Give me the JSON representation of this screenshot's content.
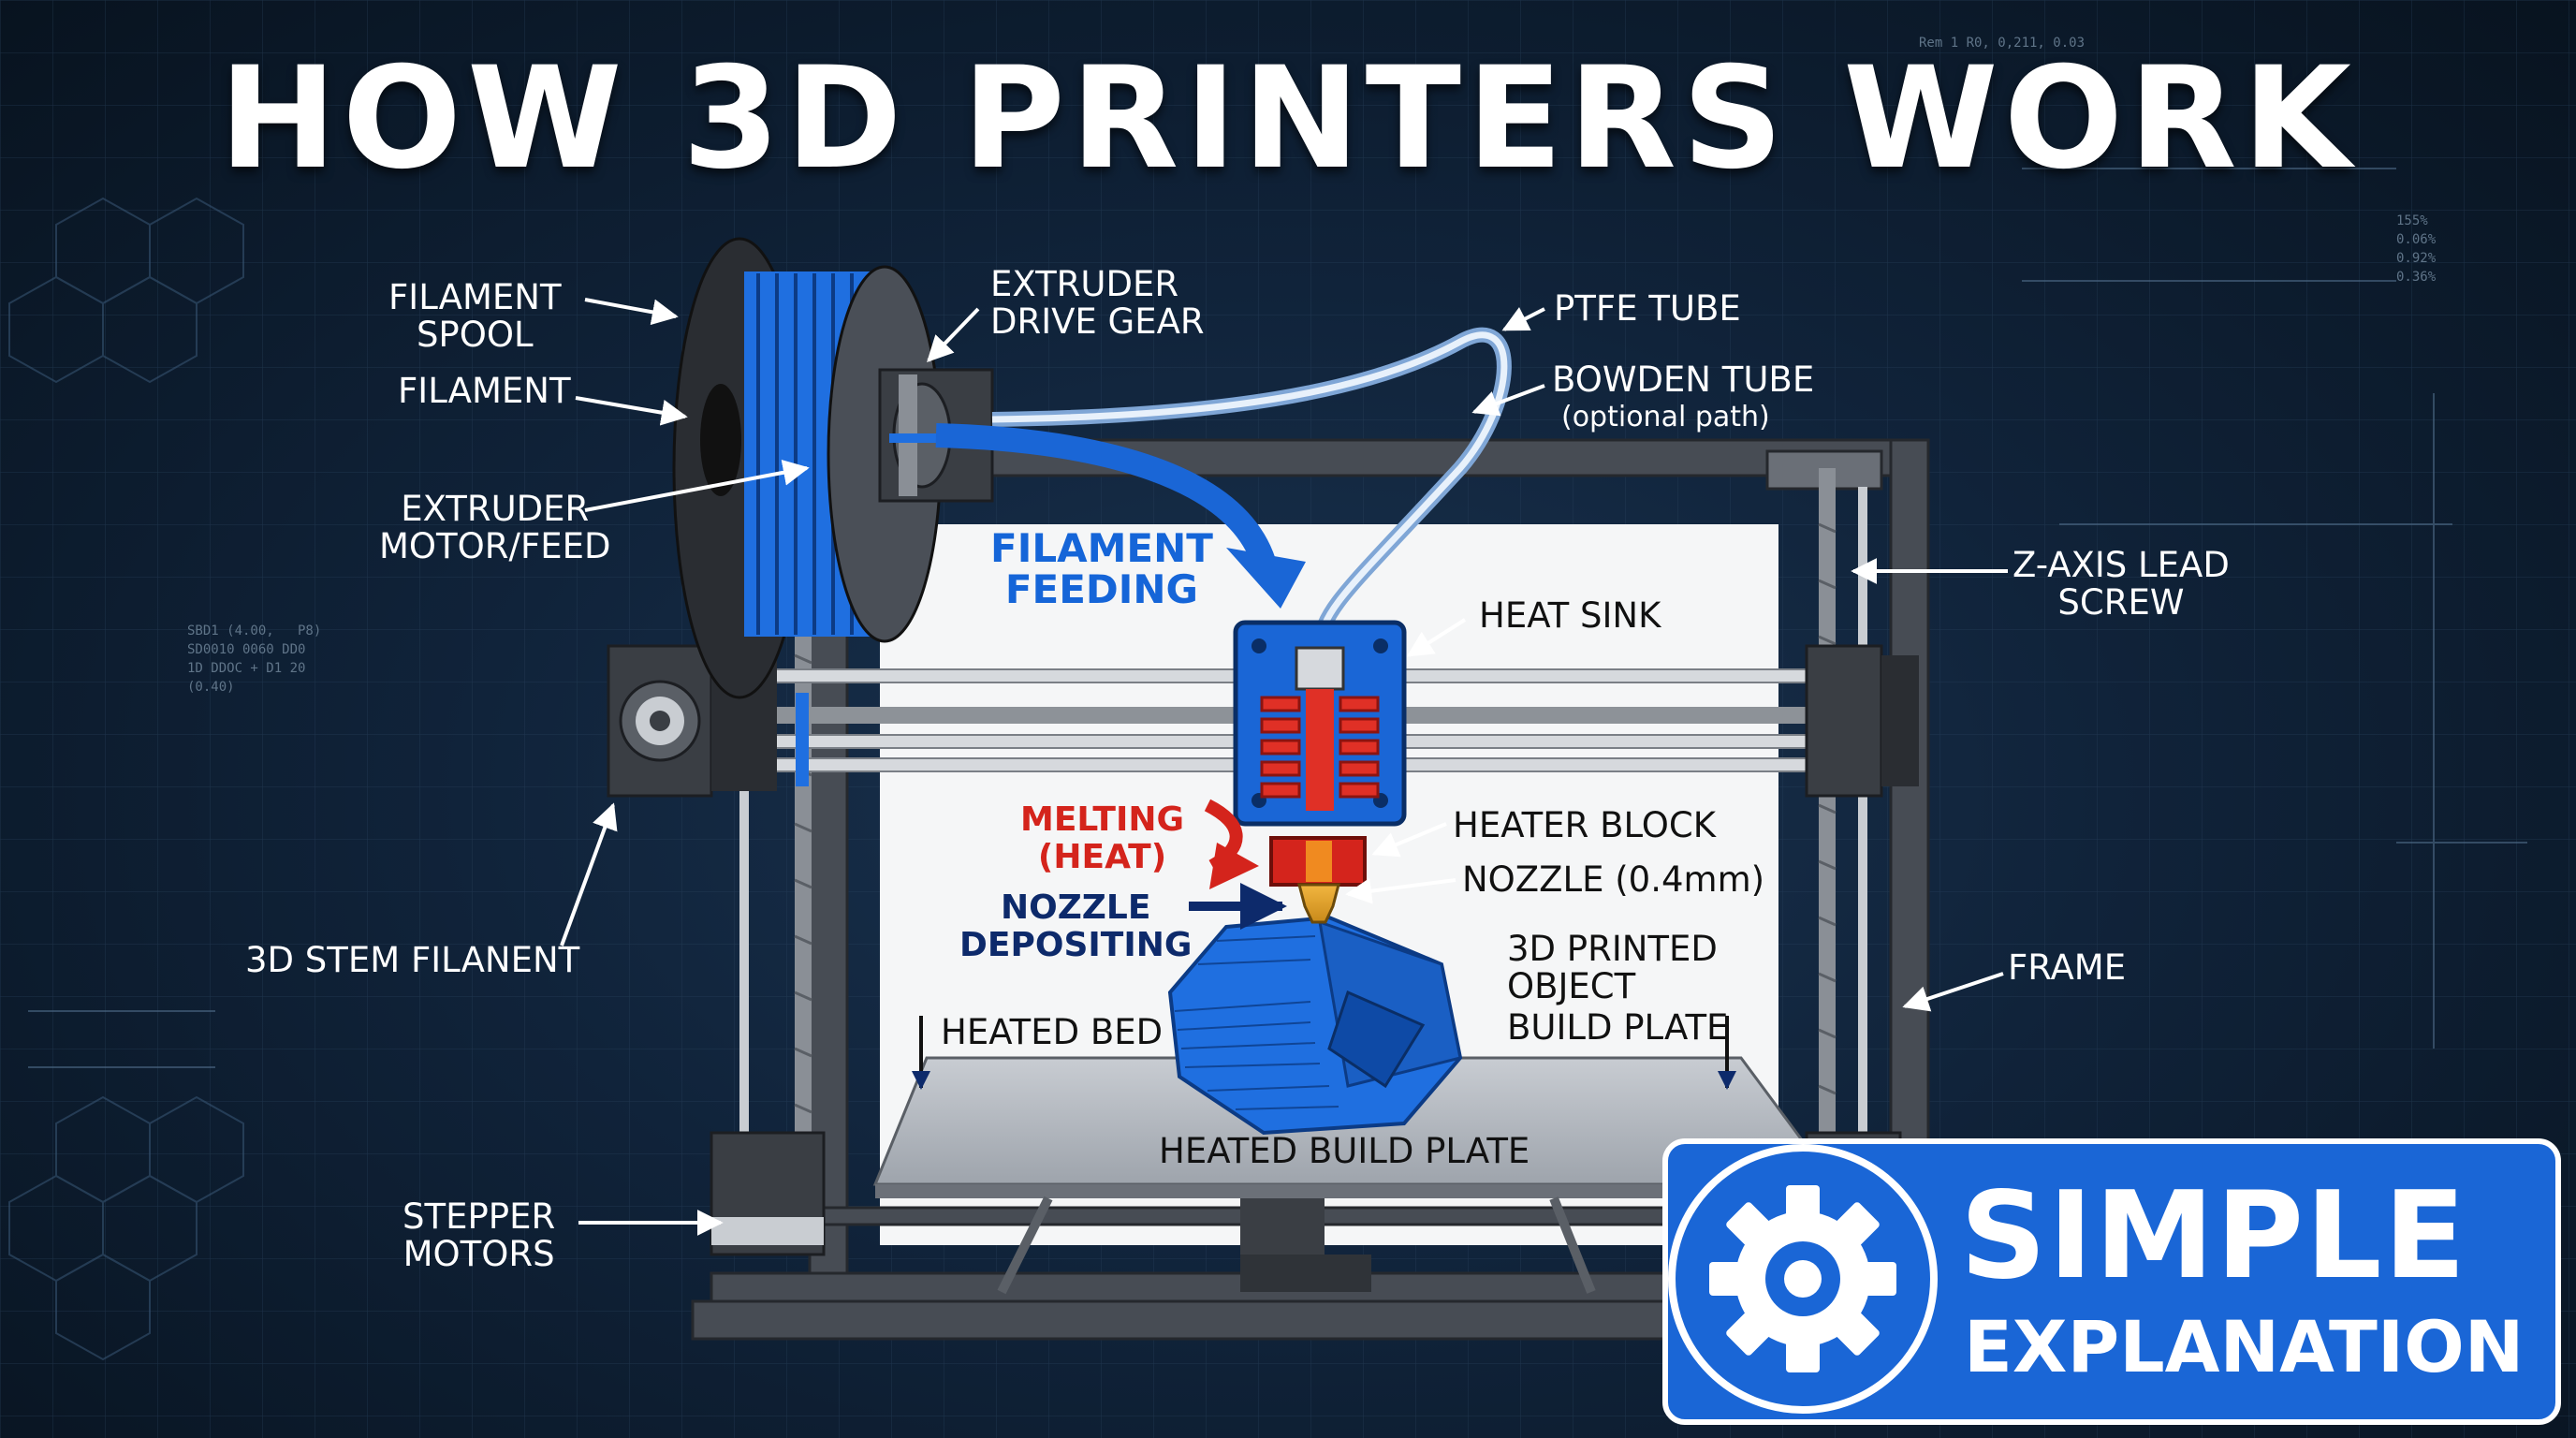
{
  "title": "HOW 3D PRINTERS WORK",
  "labels": {
    "filament_spool": "FILAMENT\nSPOOL",
    "filament": "FILAMENT",
    "extruder_motor": "EXTRUDER\nMOTOR/FEED",
    "extruder_gear": "EXTRUDER\nDRIVE GEAR",
    "ptfe_tube": "PTFE TUBE",
    "bowden_tube": "BOWDEN TUBE",
    "bowden_note": "(optional path)",
    "filament_feeding": "FILAMENT\nFEEDING",
    "heat_sink": "HEAT SINK",
    "z_axis": "Z-AXIS LEAD\nSCREW",
    "melting": "MELTING\n(HEAT)",
    "heater_block": "HEATER BLOCK",
    "nozzle": "NOZZLE (0.4mm)",
    "nozzle_depositing": "NOZZLE\nDEPOSITING",
    "stem_filanent": "3D STEM FILANENT",
    "printed_object": "3D PRINTED\nOBJECT",
    "frame": "FRAME",
    "heated_bed": "HEATED BED",
    "build_plate": "BUILD PLATE",
    "heated_build_plate": "HEATED BUILD PLATE",
    "stepper_motors": "STEPPER\nMOTORS"
  },
  "badge": {
    "line1": "SIMPLE",
    "line2": "EXPLANATION",
    "icon": "gear-icon"
  },
  "colors": {
    "background": "#0c1a2b",
    "accent_blue": "#1a66d6",
    "filament_blue": "#1f6fe0",
    "heat_red": "#d4241c",
    "frame_gray": "#4a4f57"
  }
}
